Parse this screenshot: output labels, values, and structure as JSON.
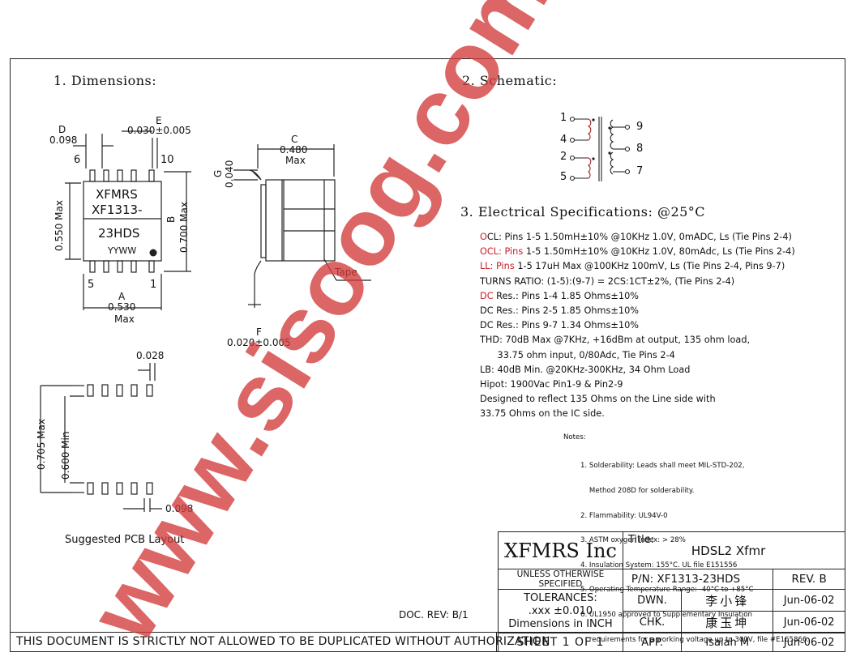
{
  "sections": {
    "dimensions": "1. Dimensions:",
    "schematic": "2. Schematic:",
    "electrical": "3. Electrical Specifications: @25°C"
  },
  "package": {
    "line1": "XFMRS",
    "line2": "XF1313-",
    "line3": "23HDS",
    "line4": "YYWW"
  },
  "dims": {
    "d_label": "D",
    "d_value": "0.098",
    "e_label": "E",
    "e_value": "0.030±0.005",
    "pin6": "6",
    "pin10": "10",
    "pin5": "5",
    "pin1": "1",
    "left_vert": "0.550 Max",
    "b_label": "B",
    "b_vert": "0.700 Max",
    "a_label": "A",
    "a_value": "0.530",
    "a_max": "Max",
    "c_label": "C",
    "c_value": "0.480",
    "c_max": "Max",
    "g_label": "G",
    "g_value": "0.040",
    "tape": "Tape",
    "f_label": "F",
    "f_value": "0.020±0.005"
  },
  "pcb": {
    "pad_width": "0.028",
    "max_vert": "0.705 Max",
    "min_vert": "0.600 Min",
    "pitch": "0.098",
    "caption": "Suggested PCB Layout"
  },
  "schematic_pins": [
    "1",
    "4",
    "2",
    "5",
    "9",
    "8",
    "7"
  ],
  "specs": [
    {
      "red": "O",
      "text": "CL: Pins 1-5 1.50mH±10% @10KHz 1.0V, 0mADC, Ls (Tie Pins 2-4)"
    },
    {
      "red": "OCL: Pins",
      "text": " 1-5 1.50mH±10% @10KHz 1.0V, 80mAdc, Ls (Tie Pins 2-4)"
    },
    {
      "red": "LL: Pins",
      "text": " 1-5 17uH Max @100KHz 100mV, Ls (Tie Pins 2-4, Pins 9-7)"
    },
    {
      "red": "",
      "text": "TURNS RATIO: (1-5):(9-7) = 2CS:1CT±2%, (Tie Pins 2-4)"
    },
    {
      "red": "DC",
      "text": " Res.: Pins 1-4 1.85 Ohms±10%"
    },
    {
      "red": "",
      "text": "DC Res.: Pins 2-5 1.85 Ohms±10%"
    },
    {
      "red": "",
      "text": "DC Res.: Pins 9-7 1.34 Ohms±10%"
    },
    {
      "red": "",
      "text": "THD: 70dB Max @7KHz, +16dBm at output, 135 ohm load,"
    },
    {
      "red": "",
      "text": "      33.75 ohm input, 0/80Adc, Tie Pins 2-4"
    },
    {
      "red": "",
      "text": "LB: 40dB Min. @20KHz-300KHz, 34 Ohm Load"
    },
    {
      "red": "",
      "text": "Hipot: 1900Vac Pin1-9 & Pin2-9"
    },
    {
      "red": "",
      "text": "Designed to reflect 135 Ohms on the Line side with"
    },
    {
      "red": "",
      "text": "33.75 Ohms on the IC side."
    }
  ],
  "notes": {
    "title": "Notes:",
    "items": [
      "1. Solderability: Leads shall meet MIL-STD-202,",
      "    Method 208D for solderability.",
      "2. Flammability: UL94V-0",
      "3. ASTM oxygen index: > 28%",
      "4. Insulation System: 155°C. UL file E151556",
      "5. Operating Temperature Range: -40°C to +85°C",
      "6. UL1950 approved to Supplementary Insulation",
      "    requirements for a working voltage up to 300V, file #E165866."
    ]
  },
  "title_block": {
    "company": "XFMRS Inc",
    "title_label": "Title:",
    "title": "HDSL2 Xfmr",
    "unless": "UNLESS OTHERWISE SPECIFIED",
    "pn": "P/N: XF1313-23HDS",
    "rev": "REV. B",
    "tol1": "TOLERANCES:",
    "tol2": ".xxx ±0.010",
    "tol3": "Dimensions in INCH",
    "dwn": "DWN.",
    "dwn_sig": "李小锋",
    "dwn_date": "Jun-06-02",
    "chk": "CHK.",
    "chk_sig": "康玉坤",
    "chk_date": "Jun-06-02",
    "sheet": "SHEET 1 OF 1",
    "app": "APP.",
    "app_name": "Isaiah M",
    "app_date": "Jun-06-02"
  },
  "doc_rev": "DOC. REV: B/1",
  "footer": "THIS DOCUMENT IS STRICTLY NOT ALLOWED TO BE DUPLICATED WITHOUT AUTHORIZATION",
  "watermark": "www.sisoog.com"
}
